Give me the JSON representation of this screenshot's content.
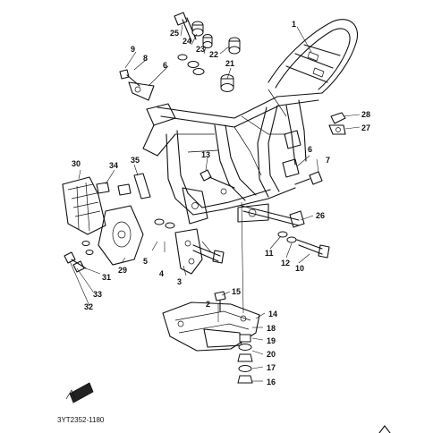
{
  "diagram": {
    "code": "3YT2352-1180",
    "callouts": [
      {
        "id": "c1",
        "text": "1"
      },
      {
        "id": "c2",
        "text": "2"
      },
      {
        "id": "c3",
        "text": "3"
      },
      {
        "id": "c4",
        "text": "4"
      },
      {
        "id": "c5",
        "text": "5"
      },
      {
        "id": "c6a",
        "text": "6"
      },
      {
        "id": "c6b",
        "text": "6"
      },
      {
        "id": "c7",
        "text": "7"
      },
      {
        "id": "c8",
        "text": "8"
      },
      {
        "id": "c9",
        "text": "9"
      },
      {
        "id": "c10",
        "text": "10"
      },
      {
        "id": "c11",
        "text": "11"
      },
      {
        "id": "c12",
        "text": "12"
      },
      {
        "id": "c13",
        "text": "13"
      },
      {
        "id": "c14",
        "text": "14"
      },
      {
        "id": "c15",
        "text": "15"
      },
      {
        "id": "c16",
        "text": "16"
      },
      {
        "id": "c17",
        "text": "17"
      },
      {
        "id": "c18",
        "text": "18"
      },
      {
        "id": "c19",
        "text": "19"
      },
      {
        "id": "c20",
        "text": "20"
      },
      {
        "id": "c21",
        "text": "21"
      },
      {
        "id": "c22",
        "text": "22"
      },
      {
        "id": "c23",
        "text": "23"
      },
      {
        "id": "c24",
        "text": "24"
      },
      {
        "id": "c25",
        "text": "25"
      },
      {
        "id": "c26",
        "text": "26"
      },
      {
        "id": "c27",
        "text": "27"
      },
      {
        "id": "c28",
        "text": "28"
      },
      {
        "id": "c29",
        "text": "29"
      },
      {
        "id": "c30",
        "text": "30"
      },
      {
        "id": "c31",
        "text": "31"
      },
      {
        "id": "c32",
        "text": "32"
      },
      {
        "id": "c33",
        "text": "33"
      },
      {
        "id": "c34",
        "text": "34"
      },
      {
        "id": "c35",
        "text": "35"
      }
    ]
  }
}
